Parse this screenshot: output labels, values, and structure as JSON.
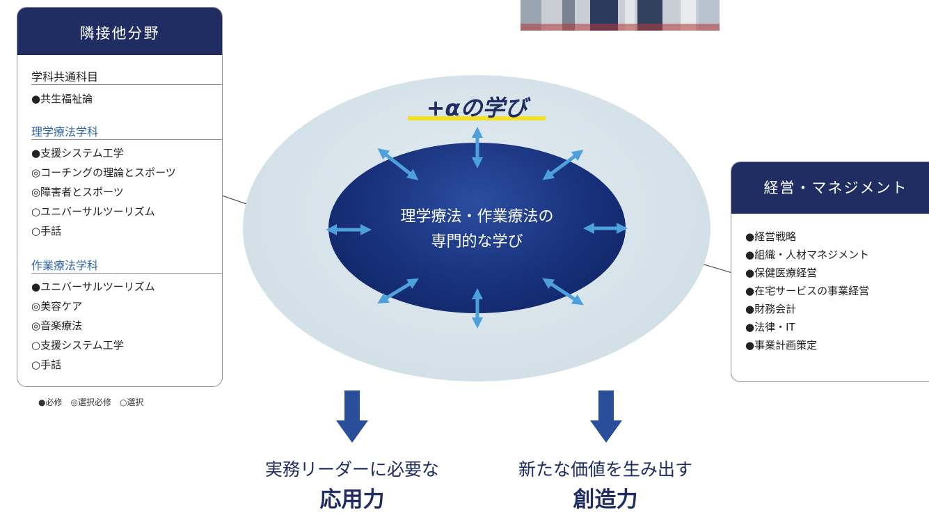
{
  "left_panel": {
    "header": "隣接他分野",
    "sections": [
      {
        "title": "学科共通科目",
        "items": [
          "●共生福祉論"
        ]
      },
      {
        "title": "理学療法学科",
        "items": [
          "●支援システム工学",
          "◎コーチングの理論とスポーツ",
          "◎障害者とスポーツ",
          "○ユニバーサルツーリズム",
          "○手話"
        ]
      },
      {
        "title": "作業療法学科",
        "items": [
          "●ユニバーサルツーリズム",
          "◎美容ケア",
          "◎音楽療法",
          "○支援システム工学",
          "○手話"
        ]
      }
    ],
    "legend": "●必修　◎選択必修　○選択"
  },
  "right_panel": {
    "header": "経営・マネジメント",
    "items": [
      "●経営戦略",
      "●組織・人材マネジメント",
      "●保健医療経営",
      "●在宅サービスの事業経営",
      "●財務会計",
      "●法律・IT",
      "●事業計画策定"
    ]
  },
  "center": {
    "outer_title": "+αの学び",
    "inner_line1": "理学療法・作業療法の",
    "inner_line2": "専門的な学び"
  },
  "outcomes": [
    {
      "small": "実務リーダーに必要な",
      "big": "応用力"
    },
    {
      "small": "新たな価値を生み出す",
      "big": "創造力"
    }
  ],
  "colors": {
    "navy": "#1f2d63",
    "section_blue": "#2f63ad",
    "arrow_light": "#4da0dc",
    "arrow_down": "#2a4f9a",
    "highlight_yellow": "#f3e020",
    "teal_dot": "#2c8c8f"
  }
}
